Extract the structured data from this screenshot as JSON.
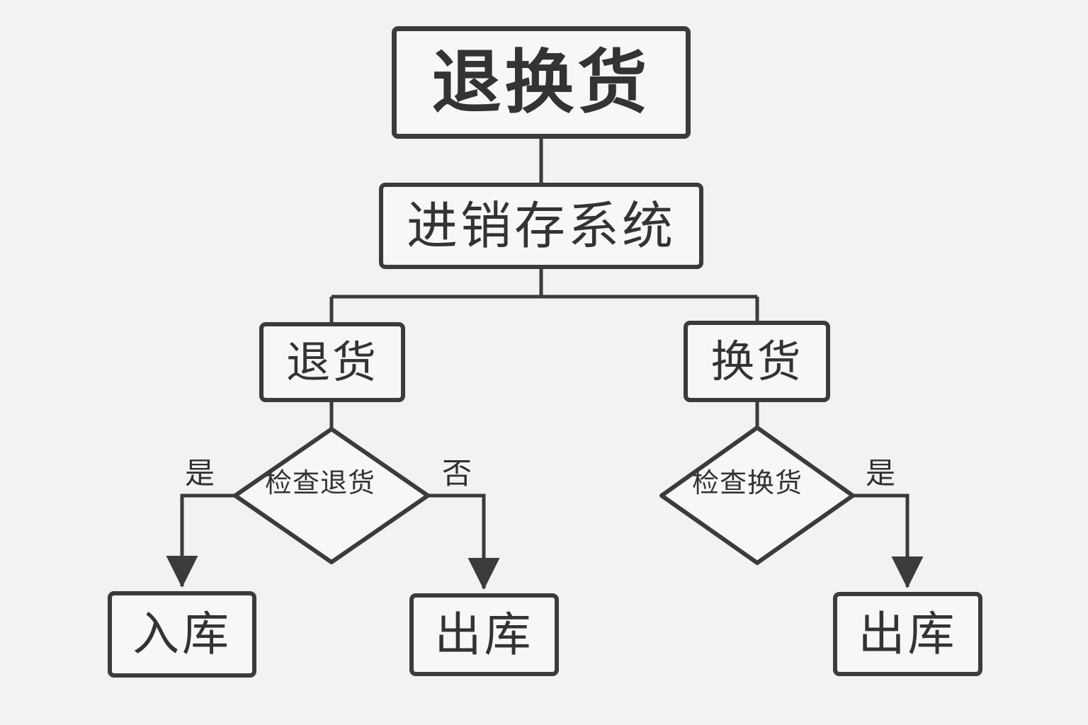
{
  "diagram": {
    "type": "flowchart",
    "background_color": "#f2f2f2",
    "node_fill_color": "#f7f7f7",
    "stroke_color": "#3b3b3b",
    "text_color": "#333333",
    "title": "退换货",
    "nodes": [
      {
        "id": "returns-exchanges",
        "label": "退换货",
        "shape": "rectangle"
      },
      {
        "id": "inventory-system",
        "label": "进销存系统",
        "shape": "rectangle"
      },
      {
        "id": "return-goods",
        "label": "退货",
        "shape": "rectangle"
      },
      {
        "id": "exchange-goods",
        "label": "换货",
        "shape": "rectangle"
      },
      {
        "id": "check-return",
        "label": "检查退货",
        "shape": "diamond"
      },
      {
        "id": "check-exchange",
        "label": "检查换货",
        "shape": "diamond"
      },
      {
        "id": "stock-in",
        "label": "入库",
        "shape": "rectangle"
      },
      {
        "id": "stock-out-return",
        "label": "出库",
        "shape": "rectangle"
      },
      {
        "id": "stock-out-exchange",
        "label": "出库",
        "shape": "rectangle"
      }
    ],
    "edges": [
      {
        "from": "returns-exchanges",
        "to": "inventory-system",
        "label": "",
        "arrow": false
      },
      {
        "from": "inventory-system",
        "to": "return-goods",
        "label": "",
        "arrow": false
      },
      {
        "from": "inventory-system",
        "to": "exchange-goods",
        "label": "",
        "arrow": false
      },
      {
        "from": "return-goods",
        "to": "check-return",
        "label": "",
        "arrow": false
      },
      {
        "from": "exchange-goods",
        "to": "check-exchange",
        "label": "",
        "arrow": false
      },
      {
        "from": "check-return",
        "to": "stock-in",
        "label": "是",
        "arrow": true
      },
      {
        "from": "check-return",
        "to": "stock-out-return",
        "label": "否",
        "arrow": true
      },
      {
        "from": "check-exchange",
        "to": "stock-out-exchange",
        "label": "是",
        "arrow": true
      }
    ],
    "edge_labels": {
      "check_return_yes": "是",
      "check_return_no": "否",
      "check_exchange_yes": "是"
    }
  }
}
